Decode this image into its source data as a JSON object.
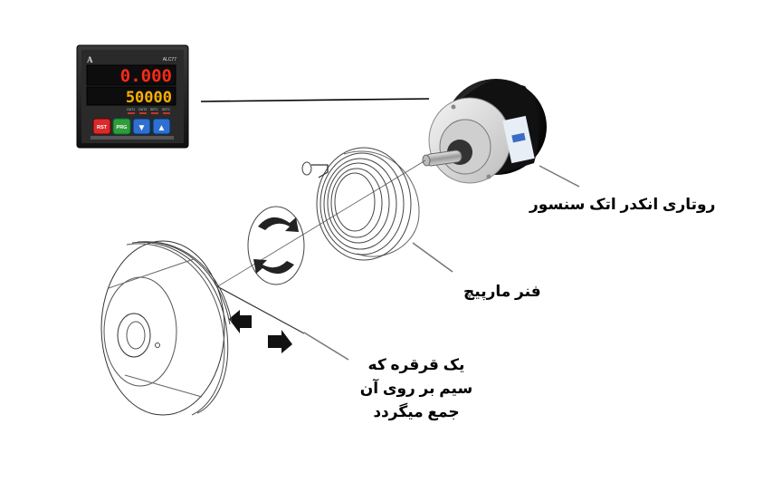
{
  "display": {
    "brand": "ALC77",
    "top_value": "0.000",
    "bottom_value": "50000",
    "indicators": [
      "OUT1",
      "OUT2",
      "SET1",
      "SET2"
    ],
    "buttons": [
      {
        "label": "RST",
        "color": "#d92b2b"
      },
      {
        "label": "PRG",
        "color": "#2f9e3a"
      },
      {
        "label": "▼",
        "color": "#2f6fd1"
      },
      {
        "label": "▲",
        "color": "#2f6fd1"
      }
    ],
    "top_color": "#ff2a1a",
    "bottom_color": "#ffb000"
  },
  "labels": {
    "encoder": "روتاری انکدر اتک سنسور",
    "spring": "فنر مارپیچ",
    "spool": [
      "یک قرقره که",
      "سیم بر روی آن",
      "جمع میگردد"
    ]
  }
}
